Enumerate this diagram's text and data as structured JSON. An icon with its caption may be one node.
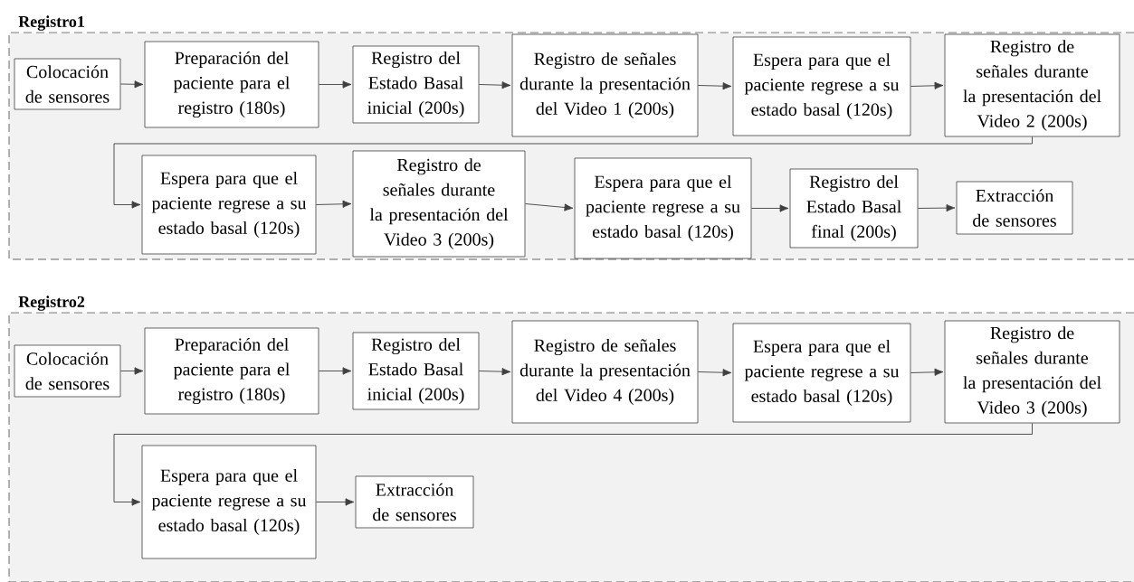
{
  "diagram": {
    "nodes": [
      {
        "text": [
          "Registro1"
        ]
      },
      {
        "text": [
          "Colocación de sensores"
        ],
        "in": 0
      },
      {
        "text": [
          "Preparación del paciente para el registro (180s)"
        ],
        "in": 0
      },
      {
        "text": [
          "Registro del Estado Basal inicial (200s)"
        ],
        "in": 0
      },
      {
        "text": [
          "Registro de señales durante la presentación del Video 1 (200s)"
        ],
        "in": 0
      },
      {
        "text": [
          "Espera para que el paciente regrese a su estado basal (120s)"
        ],
        "in": 0
      },
      {
        "text": [
          "Registro de señales durante la presentación del Video 2 (200s)"
        ],
        "in": 0
      },
      {
        "text": [
          "Espera para que el paciente regrese a su estado basal (120s)"
        ],
        "in": 0
      },
      {
        "text": [
          "Registro de señales durante la presentación del Video 3 (200s)"
        ],
        "in": 0
      },
      {
        "text": [
          "Espera para que el paciente regrese a su estado basal (120s)"
        ],
        "in": 0
      },
      {
        "text": [
          "Registro del Estado Basal final (200s)"
        ],
        "in": 0
      },
      {
        "text": [
          "Extracción de sensores"
        ],
        "in": 0
      },
      {
        "text": [
          "Registro2"
        ]
      },
      {
        "text": [
          "Colocación de sensores"
        ],
        "in": 12
      },
      {
        "text": [
          "Preparación del paciente para el registro (180s)"
        ],
        "in": 12
      },
      {
        "text": [
          "Registro del Estado Basal inicial (200s)"
        ],
        "in": 12
      },
      {
        "text": [
          "Registro de señales durante la presentación del Video 4 (200s)"
        ],
        "in": 12
      },
      {
        "text": [
          "Espera para que el paciente regrese a su estado basal (120s)"
        ],
        "in": 12
      },
      {
        "text": [
          "Registro de señales durante la presentación del Video 3 (200s)"
        ],
        "in": 12
      },
      {
        "text": [
          "Espera para que el paciente regrese a su estado basal (120s)"
        ],
        "in": 12
      },
      {
        "text": [
          "Extracción de sensores"
        ],
        "in": 12
      }
    ],
    "edges": [
      {
        "from": 1,
        "to": 2,
        "arrow": "to"
      },
      {
        "from": 2,
        "to": 3,
        "arrow": "to"
      },
      {
        "from": 3,
        "to": 4,
        "arrow": "to"
      },
      {
        "from": 4,
        "to": 5,
        "arrow": "to"
      },
      {
        "from": 5,
        "to": 6,
        "arrow": "to"
      },
      {
        "from": 6,
        "to": 7,
        "arrow": "to"
      },
      {
        "from": 7,
        "to": 8,
        "arrow": "to"
      },
      {
        "from": 8,
        "to": 9,
        "arrow": "to"
      },
      {
        "from": 9,
        "to": 10,
        "arrow": "to"
      },
      {
        "from": 10,
        "to": 11,
        "arrow": "to"
      },
      {
        "from": 13,
        "to": 14,
        "arrow": "to"
      },
      {
        "from": 14,
        "to": 15,
        "arrow": "to"
      },
      {
        "from": 15,
        "to": 16,
        "arrow": "to"
      },
      {
        "from": 16,
        "to": 17,
        "arrow": "to"
      },
      {
        "from": 17,
        "to": 18,
        "arrow": "to"
      },
      {
        "from": 18,
        "to": 19,
        "arrow": "to"
      },
      {
        "from": 19,
        "to": 20,
        "arrow": "to"
      }
    ]
  }
}
